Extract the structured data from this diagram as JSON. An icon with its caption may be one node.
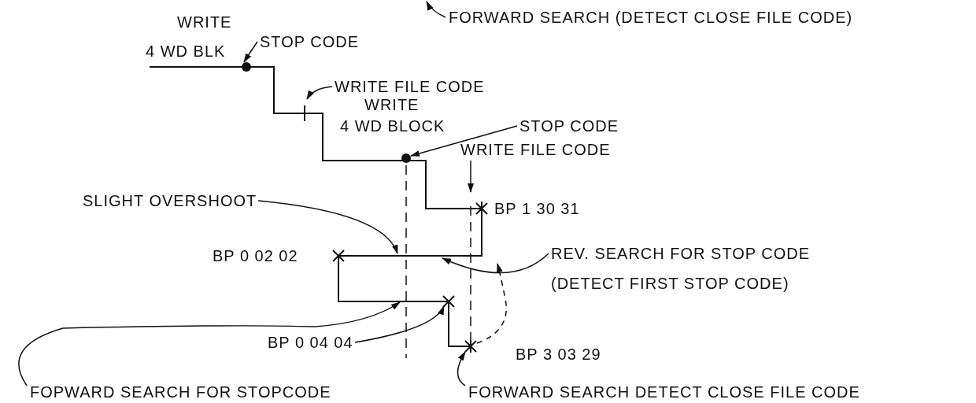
{
  "diagram": {
    "nodes": [
      {
        "text": [
          "FORWARD SEARCH (DETECT CLOSE FILE CODE)"
        ]
      },
      {
        "text": [
          "STOP CODE"
        ]
      },
      {
        "text": [],
        "shape": "circle"
      },
      {
        "text": [
          "WRITE FILE CODE"
        ]
      },
      {
        "text": [
          "STOP CODE"
        ]
      },
      {
        "text": [],
        "shape": "circle"
      },
      {
        "text": [
          "WRITE FILE CODE"
        ]
      },
      {
        "text": [
          "SLIGHT OVERSHOOT"
        ]
      },
      {
        "text": [
          "REV. SEARCH FOR STOP CODE (DETECT FIRST STOP CODE)"
        ]
      },
      {
        "text": [
          "BP 0 04 04"
        ]
      },
      {
        "text": [],
        "shape": "cross"
      },
      {
        "text": [],
        "shape": "cross"
      },
      {
        "text": [
          "FOPWARD SEARCH FOR STOPCODE"
        ]
      },
      {
        "text": [
          "FORWARD SEARCH DETECT CLOSE FILE CODE"
        ]
      }
    ],
    "edges": [
      {
        "from": 0,
        "to": null,
        "arrow": "to"
      },
      {
        "from": 1,
        "to": 2,
        "arrow": "to"
      },
      {
        "from": 3,
        "to": null,
        "arrow": "to"
      },
      {
        "from": 4,
        "to": 5,
        "arrow": "to"
      },
      {
        "from": 6,
        "to": null,
        "arrow": "to"
      },
      {
        "from": 7,
        "to": null,
        "arrow": "to"
      },
      {
        "from": 8,
        "to": null,
        "arrow": "to"
      },
      {
        "from": 9,
        "to": 10,
        "arrow": "to"
      },
      {
        "from": 11,
        "to": null,
        "arrow": "to",
        "style": "dashed"
      },
      {
        "from": 12,
        "to": null,
        "arrow": "to"
      },
      {
        "from": 13,
        "to": 11,
        "arrow": "to"
      }
    ],
    "labels": [
      "WRITE",
      "4 WD BLK",
      "WRITE",
      "4 WD BLOCK",
      "BP 1 30 31",
      "BP 0 02 02",
      "BP 3 03 29"
    ]
  }
}
